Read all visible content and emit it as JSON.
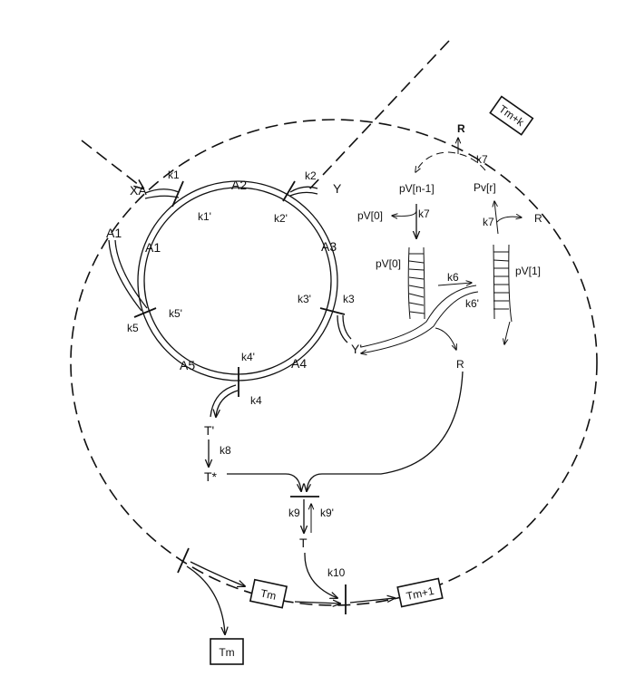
{
  "species": {
    "xa": "XA",
    "a2": "A2",
    "y": "Y",
    "a1_inner": "A1",
    "a1_outer": "A1",
    "a3": "A3",
    "a4": "A4",
    "a5": "A5",
    "y_prime": "Y'",
    "t_prime": "T'",
    "t_star": "T*",
    "t": "T",
    "pvn1": "pV[n-1]",
    "pvr": "Pv[r]",
    "pv0_top": "pV[0]",
    "pv0": "pV[0]",
    "pv1": "pV[1]",
    "r_top": "R",
    "r_right": "R",
    "r_mid": "R"
  },
  "rates": {
    "k1": "k1",
    "k1p": "k1'",
    "k2": "k2",
    "k2p": "k2'",
    "k3": "k3",
    "k3p": "k3'",
    "k4": "k4",
    "k4p": "k4'",
    "k5": "k5",
    "k5p": "k5'",
    "k6": "k6",
    "k6p": "k6'",
    "k7a": "k7",
    "k7b": "k7",
    "k7c": "k7",
    "k8": "k8",
    "k9": "k9",
    "k9p": "k9'",
    "k10": "k10"
  },
  "boxes": {
    "tmk": "Tm+k",
    "tm": "Tm",
    "tm1": "Tm+1",
    "tm_out": "Tm"
  }
}
